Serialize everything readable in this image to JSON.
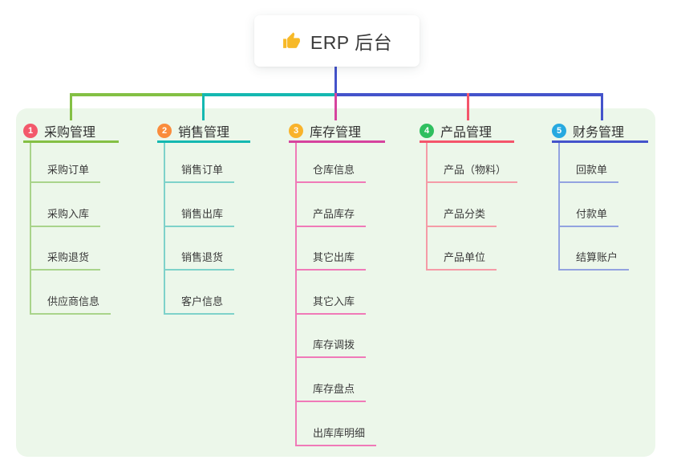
{
  "root": {
    "label": "ERP 后台",
    "icon": "thumbs-up-icon",
    "icon_color": "#f7b928"
  },
  "branches": [
    {
      "number": "1",
      "label": "采购管理",
      "badge_color": "#f3596b",
      "line_color": "#84c044",
      "item_line_color": "#a9d48b",
      "items": [
        "采购订单",
        "采购入库",
        "采购退货",
        "供应商信息"
      ]
    },
    {
      "number": "2",
      "label": "销售管理",
      "badge_color": "#fa8c3c",
      "line_color": "#14b8b1",
      "item_line_color": "#7ed2ca",
      "items": [
        "销售订单",
        "销售出库",
        "销售退货",
        "客户信息"
      ]
    },
    {
      "number": "3",
      "label": "库存管理",
      "badge_color": "#f9b32b",
      "line_color": "#d6439e",
      "item_line_color": "#f07ab8",
      "items": [
        "仓库信息",
        "产品库存",
        "其它出库",
        "其它入库",
        "库存调拨",
        "库存盘点",
        "出库库明细"
      ]
    },
    {
      "number": "4",
      "label": "产品管理",
      "badge_color": "#2fbf5f",
      "line_color": "#f4556b",
      "item_line_color": "#f59ba7",
      "items": [
        "产品（物料）",
        "产品分类",
        "产品单位"
      ]
    },
    {
      "number": "5",
      "label": "财务管理",
      "badge_color": "#27a9e0",
      "line_color": "#4453cb",
      "item_line_color": "#93a3e0",
      "items": [
        "回款单",
        "付款单",
        "结算账户"
      ]
    }
  ],
  "colors": {
    "canvas_bg": "#ffffff",
    "panel_bg": "#ecf7ea",
    "root_text": "#3a3a3a"
  }
}
